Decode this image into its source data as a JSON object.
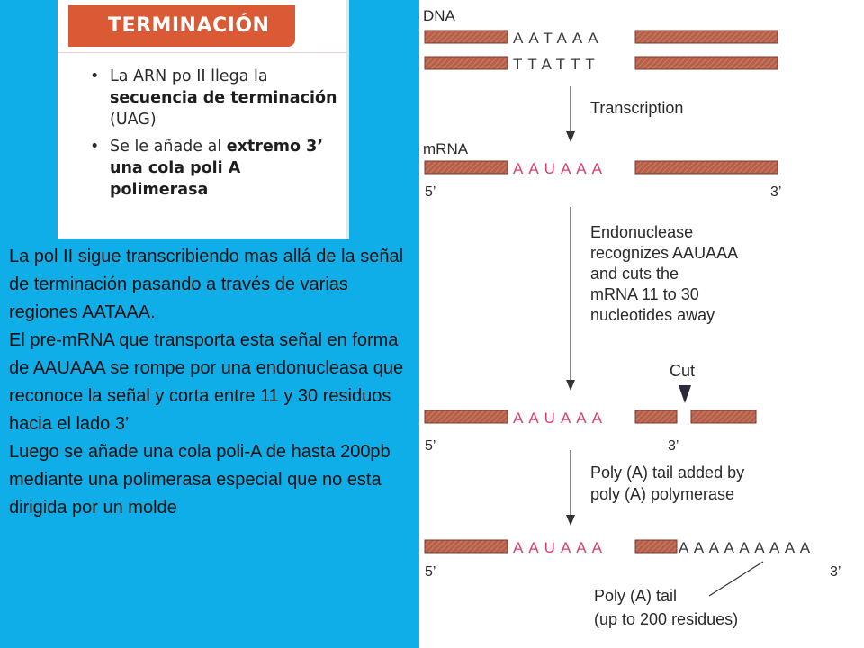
{
  "card": {
    "title": "TERMINACIÓN",
    "bullet1": {
      "pre": "La ARN po II llega la ",
      "bold": "secuencia de terminación",
      "post": " (UAG)"
    },
    "bullet2": {
      "pre": "Se le añade al ",
      "bold": "extremo 3’ una cola poli A polimerasa",
      "post": ""
    }
  },
  "body": {
    "para1": "La pol II sigue transcribiendo mas allá de la señal de terminación pasando a través de varias regiones AATAAA.",
    "para2": "El pre-mRNA que transporta esta señal en forma de AAUAAA se rompe por una endonucleasa que reconoce la señal y corta entre 11 y 30 residuos hacia el lado 3’",
    "para3": "Luego se añade una cola poli-A de hasta 200pb mediante una polimerasa especial que no esta dirigida por un molde"
  },
  "diagram": {
    "dna_label": "DNA",
    "dna_top_seq": "AATAAA",
    "dna_bottom_seq": "TTATTT",
    "step1": "Transcription",
    "mrna_label": "mRNA",
    "signal_seq": "AAUAAA",
    "five_prime": "5’",
    "three_prime": "3’",
    "step2_lines": [
      "Endonuclease",
      "recognizes AAUAAA",
      "and cuts the",
      "mRNA 11 to 30",
      "nucleotides away"
    ],
    "cut_label": "Cut",
    "step3_lines": [
      "Poly (A) tail added by",
      "poly (A) polymerase"
    ],
    "polya_seq": "AAAAAAAAA",
    "tail_label_lines": [
      "Poly (A) tail",
      "(up to 200 residues)"
    ]
  },
  "colors": {
    "background": "#10aee8",
    "header": "#d95a35",
    "strand": "#b5604a",
    "signal": "#d9406d"
  }
}
